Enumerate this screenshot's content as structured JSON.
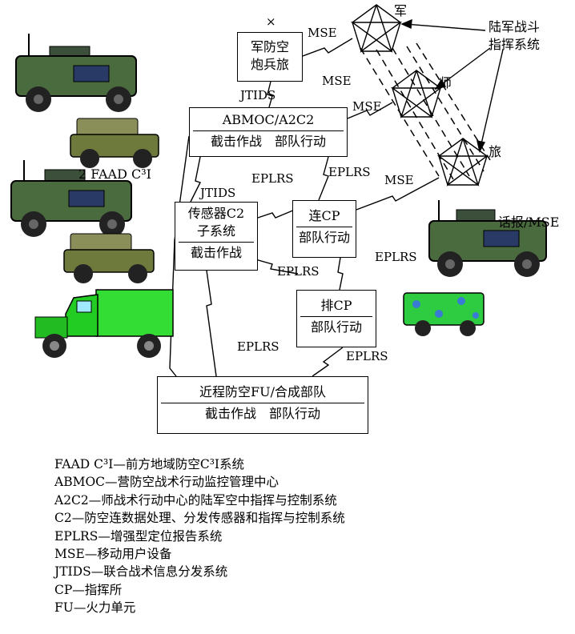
{
  "vehicles_label": "2 FAAD C³I",
  "boxes": {
    "brigade_ad": {
      "line1": "军防空",
      "line2": "炮兵旅"
    },
    "abmoc": {
      "title": "ABMOC/A2C2",
      "body": "截击作战　部队行动"
    },
    "sensor": {
      "line1": "传感器C2",
      "line2": "子系统",
      "body": "截击作战"
    },
    "company": {
      "title": "连CP",
      "body": "部队行动"
    },
    "platoon": {
      "title": "排CP",
      "body": "部队行动"
    },
    "fu": {
      "title": "近程防空FU/合成部队",
      "body": "截击作战　部队行动"
    }
  },
  "nodes": {
    "corps": "军",
    "division": "师",
    "brigade": "旅"
  },
  "callout": {
    "line1": "陆军战斗",
    "line2": "指挥系统"
  },
  "voice": "话报/MSE",
  "cross": "×",
  "links": {
    "mse": "MSE",
    "jtids": "JTIDS",
    "eplrs": "EPLRS"
  },
  "legend": [
    {
      "term": "FAAD C³I",
      "text": "—前方地域防空C³I系统"
    },
    {
      "term": "ABMOC",
      "text": "—营防空战术行动监控管理中心"
    },
    {
      "term": "A2C2",
      "text": "—师战术行动中心的陆军空中指挥与控制系统"
    },
    {
      "term": "C2",
      "text": "—防空连数据处理、分发传感器和指挥与控制系统"
    },
    {
      "term": "EPLRS",
      "text": "—增强型定位报告系统"
    },
    {
      "term": "MSE",
      "text": "—移动用户设备"
    },
    {
      "term": "JTIDS",
      "text": "—联合战术信息分发系统"
    },
    {
      "term": "CP",
      "text": "—指挥所"
    },
    {
      "term": "FU",
      "text": "—火力单元"
    }
  ]
}
